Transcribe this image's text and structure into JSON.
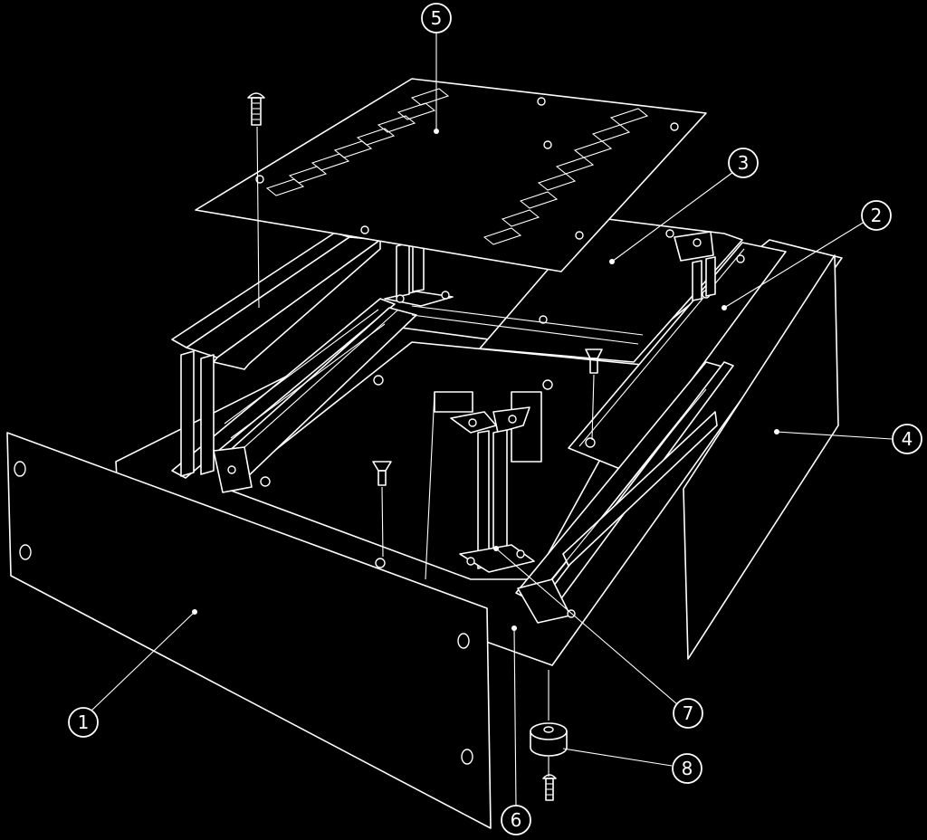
{
  "diagram": {
    "callouts": [
      {
        "id": "1",
        "label": "1"
      },
      {
        "id": "2",
        "label": "2"
      },
      {
        "id": "3",
        "label": "3"
      },
      {
        "id": "4",
        "label": "4"
      },
      {
        "id": "5",
        "label": "5"
      },
      {
        "id": "6",
        "label": "6"
      },
      {
        "id": "7",
        "label": "7"
      },
      {
        "id": "8",
        "label": "8"
      }
    ],
    "colors": {
      "background": "#000000",
      "line": "#ffffff"
    }
  }
}
